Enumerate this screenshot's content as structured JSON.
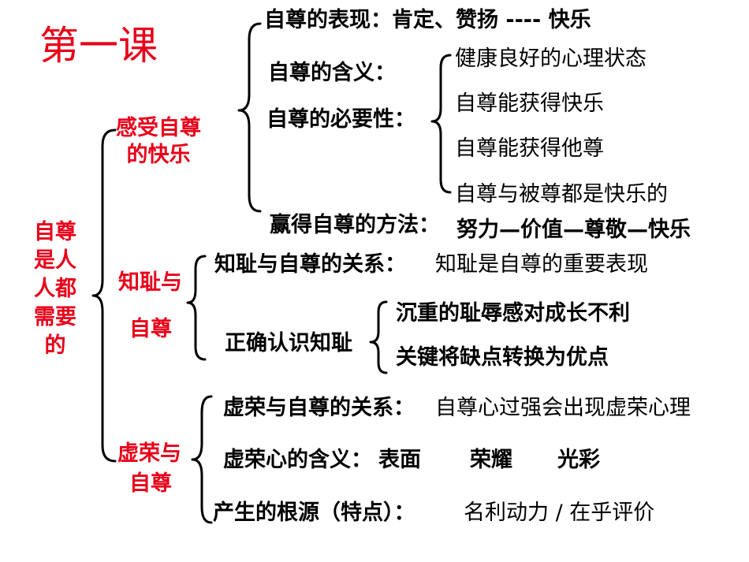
{
  "title": "第一课",
  "root": "自尊\n是人\n人都\n需要\n的",
  "colors": {
    "accent": "#e8001a",
    "text": "#000000"
  },
  "branch1": {
    "label": "感受自尊\n的快乐",
    "performance": "自尊的表现：肯定、赞扬 ---- 快乐",
    "meaning_label": "自尊的含义：",
    "necessity_label": "自尊的必要性：",
    "items": [
      "健康良好的心理状态",
      "自尊能获得快乐",
      "自尊能获得他尊",
      "自尊与被尊都是快乐的"
    ],
    "method_label": "赢得自尊的方法：",
    "method_value": "努力—价值—尊敬—快乐"
  },
  "branch2": {
    "label1": "知耻与",
    "label2": "自尊",
    "relation": "知耻与自尊的关系：",
    "relation_value": "知耻是自尊的重要表现",
    "correct_label": "正确认识知耻",
    "correct_items": [
      "沉重的耻辱感对成长不利",
      "关键将缺点转换为优点"
    ]
  },
  "branch3": {
    "label1": "虚荣与",
    "label2": "自尊",
    "relation": "虚荣与自尊的关系：",
    "relation_value": "自尊心过强会出现虚荣心理",
    "meaning_label": "虚荣心的含义：",
    "meaning_items": [
      "表面",
      "荣耀",
      "光彩"
    ],
    "origin_label": "产生的根源（特点）：",
    "origin_value": "名利动力 / 在乎评价"
  }
}
